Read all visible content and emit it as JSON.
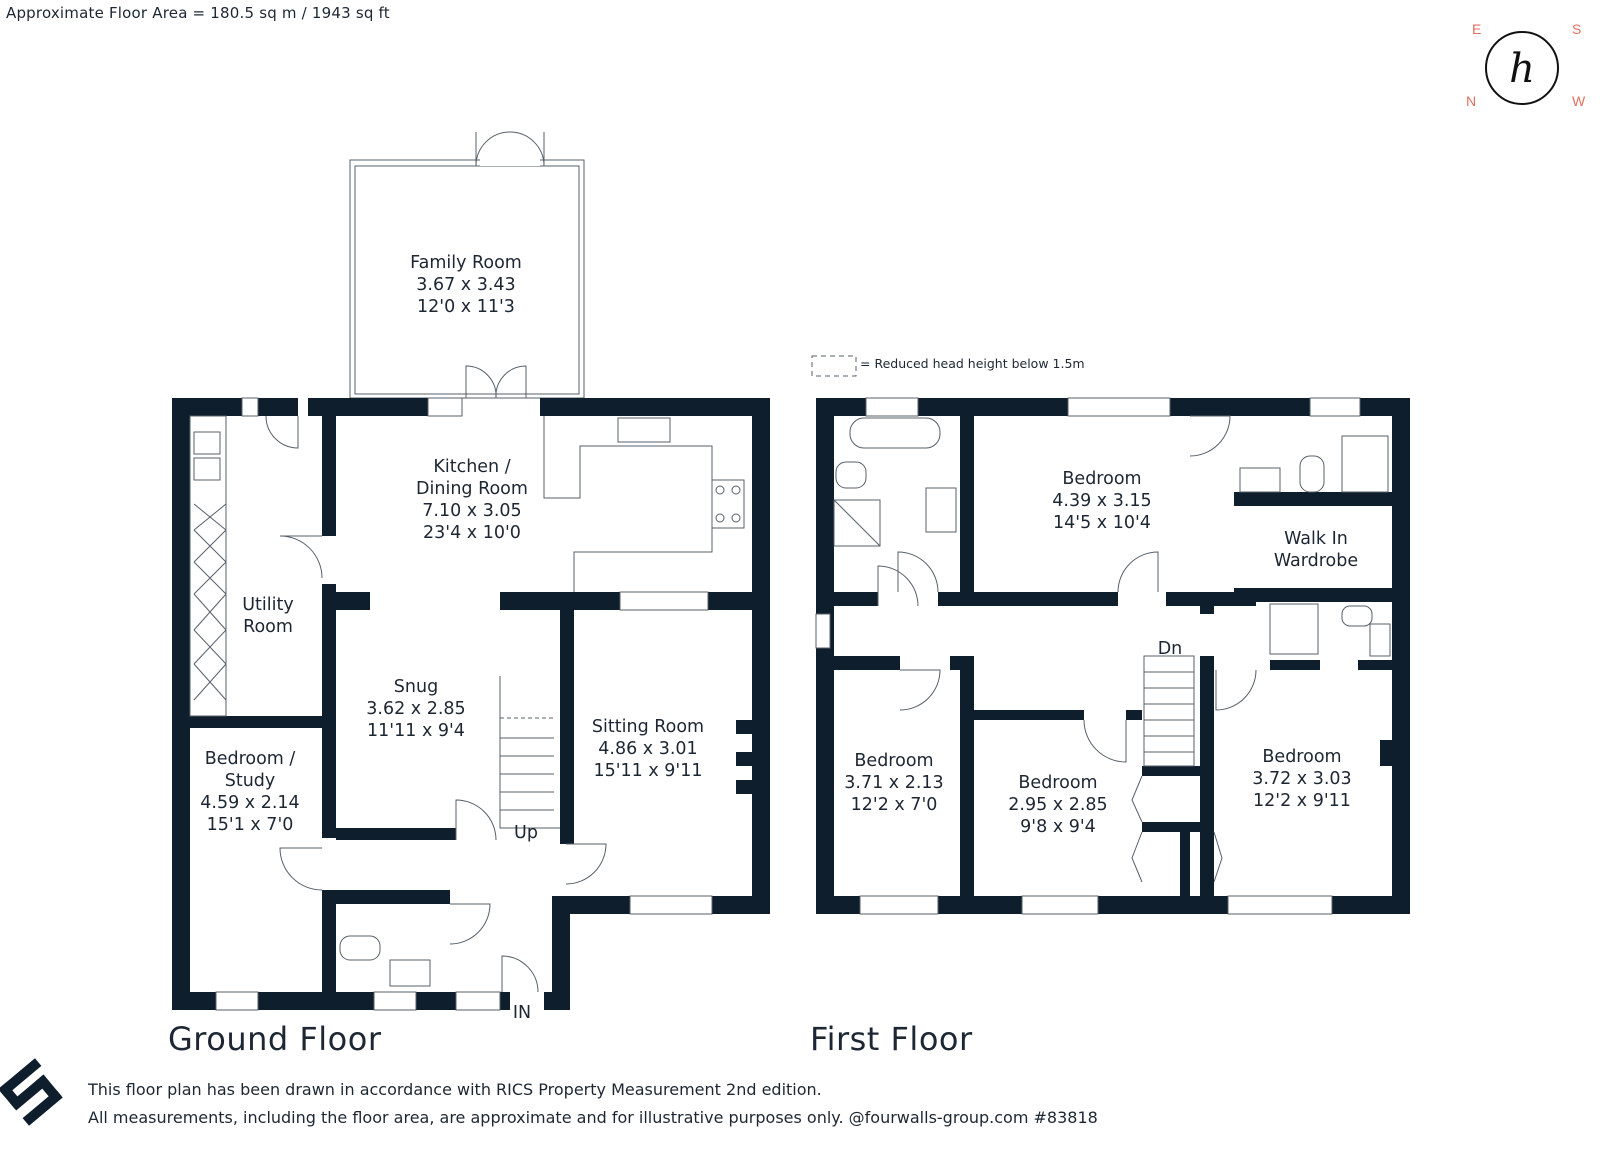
{
  "header": {
    "area_text": "Approximate Floor Area = 180.5 sq m / 1943 sq ft"
  },
  "compass": {
    "e": "E",
    "s": "S",
    "n": "N",
    "w": "W",
    "logo_letter": "h",
    "accent": "#e07060"
  },
  "legend": {
    "text": "= Reduced head height below 1.5m"
  },
  "ground_floor": {
    "title": "Ground Floor",
    "up_label": "Up",
    "in_label": "IN",
    "rooms": {
      "family": {
        "name": "Family Room",
        "metric": "3.67 x 3.43",
        "imperial": "12'0 x 11'3"
      },
      "kitchen": {
        "name1": "Kitchen /",
        "name2": "Dining Room",
        "metric": "7.10 x 3.05",
        "imperial": "23'4 x 10'0"
      },
      "utility": {
        "name1": "Utility",
        "name2": "Room"
      },
      "snug": {
        "name": "Snug",
        "metric": "3.62 x 2.85",
        "imperial": "11'11 x 9'4"
      },
      "sitting": {
        "name": "Sitting Room",
        "metric": "4.86 x 3.01",
        "imperial": "15'11 x 9'11"
      },
      "study": {
        "name1": "Bedroom /",
        "name2": "Study",
        "metric": "4.59 x 2.14",
        "imperial": "15'1 x 7'0"
      }
    }
  },
  "first_floor": {
    "title": "First Floor",
    "dn_label": "Dn",
    "rooms": {
      "bed1": {
        "name": "Bedroom",
        "metric": "4.39 x 3.15",
        "imperial": "14'5 x 10'4"
      },
      "wardrobe": {
        "name1": "Walk In",
        "name2": "Wardrobe"
      },
      "bed2": {
        "name": "Bedroom",
        "metric": "3.71 x 2.13",
        "imperial": "12'2 x 7'0"
      },
      "bed3": {
        "name": "Bedroom",
        "metric": "2.95 x 2.85",
        "imperial": "9'8 x 9'4"
      },
      "bed4": {
        "name": "Bedroom",
        "metric": "3.72 x 3.03",
        "imperial": "12'2 x 9'11"
      }
    }
  },
  "footer": {
    "line1": "This floor plan has been drawn in accordance with RICS Property Measurement 2nd edition.",
    "line2": "All measurements, including the floor area, are approximate and for illustrative purposes only. @fourwalls-group.com #83818"
  }
}
